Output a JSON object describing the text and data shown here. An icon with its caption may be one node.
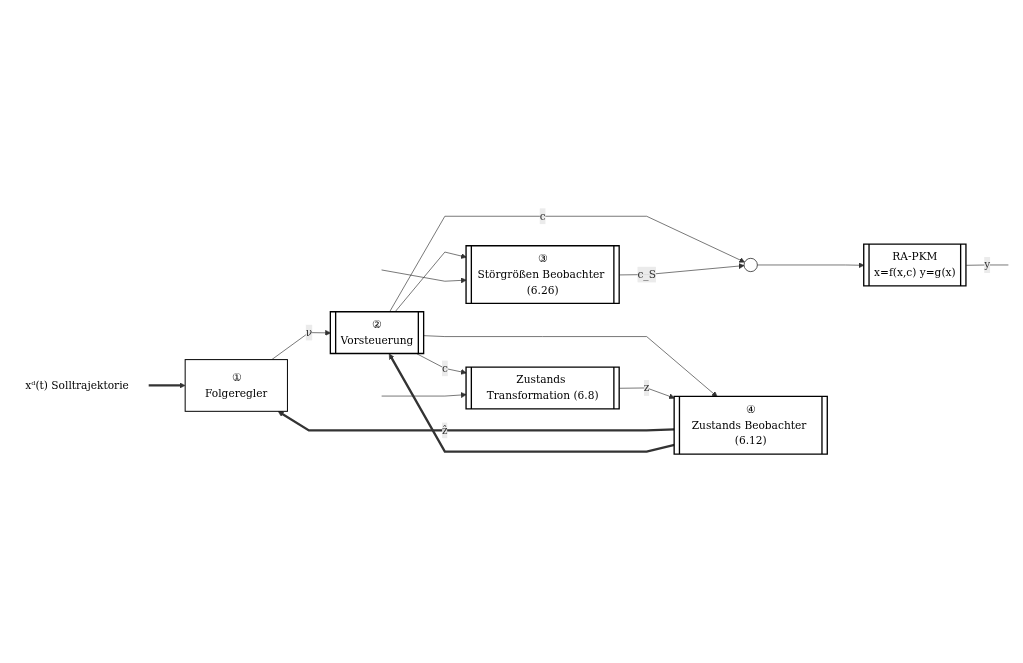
{
  "diagram": {
    "nodes": [
      {
        "text": [
          "①",
          "Folgeregler"
        ]
      },
      {
        "text": [
          "②",
          "Vorsteuerung"
        ]
      },
      {
        "text": [],
        "shape": "circle"
      },
      {
        "text": [
          "RA-PKM",
          "x=f(x,c) y=g(x)"
        ]
      },
      {
        "text": [
          "③",
          "Störgrößen Beobachter (6.26)"
        ]
      },
      {
        "text": [
          "④",
          "Zustands Beobachter (6.12)"
        ]
      },
      {
        "text": [
          "Zustands Transformation (6.8)"
        ]
      },
      {
        "text": [
          "xᵈ(t) Solltrajektorie"
        ]
      }
    ],
    "edges": [
      {
        "from": 7,
        "to": 0,
        "arrow": "to",
        "style": "thick"
      },
      {
        "from": 0,
        "to": 1,
        "label": "ν",
        "arrow": "to"
      },
      {
        "from": 1,
        "to": 2,
        "label": "c",
        "arrow": "to"
      },
      {
        "from": 2,
        "to": 3,
        "arrow": "to"
      },
      {
        "from": 3,
        "to": null,
        "label": "y",
        "arrow": "none"
      },
      {
        "from": 4,
        "to": 2,
        "label": "c_S",
        "arrow": "to"
      },
      {
        "from": 1,
        "to": 4,
        "arrow": "to"
      },
      {
        "from": 1,
        "to": 5,
        "arrow": "to"
      },
      {
        "from": 1,
        "to": 6,
        "label": "c",
        "arrow": "to"
      },
      {
        "from": null,
        "to": 4,
        "arrow": "to"
      },
      {
        "from": null,
        "to": 6,
        "arrow": "to"
      },
      {
        "from": 6,
        "to": 5,
        "label": "z",
        "arrow": "to"
      },
      {
        "from": 5,
        "to": 0,
        "label": "ẑ",
        "arrow": "to",
        "style": "thick"
      },
      {
        "from": 5,
        "to": 1,
        "arrow": "to",
        "style": "thick"
      }
    ]
  }
}
